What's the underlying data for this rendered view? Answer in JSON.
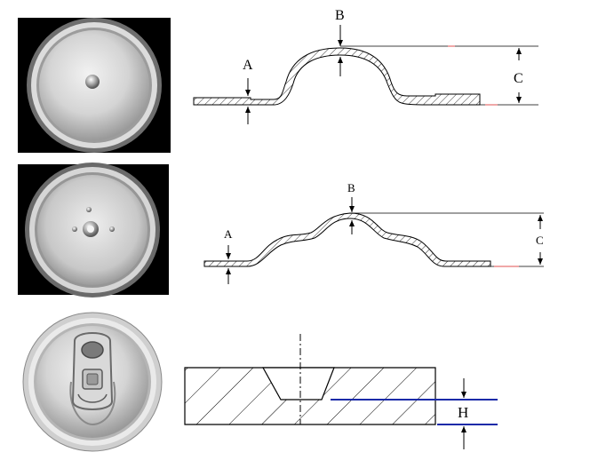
{
  "diagram_1": {
    "labels": {
      "a": "A",
      "b": "B",
      "c": "C"
    }
  },
  "diagram_2": {
    "labels": {
      "a": "A",
      "b": "B",
      "c": "C"
    }
  },
  "diagram_3": {
    "labels": {
      "h": "H"
    }
  },
  "colors": {
    "photo_background": "#000000",
    "metal_light": "#e8e8e8",
    "metal_mid": "#bfbfbf",
    "metal_dark": "#8c8c8c",
    "line": "#000000",
    "highlight_blue": "#1a2aa8",
    "highlight_red": "#e05050"
  }
}
